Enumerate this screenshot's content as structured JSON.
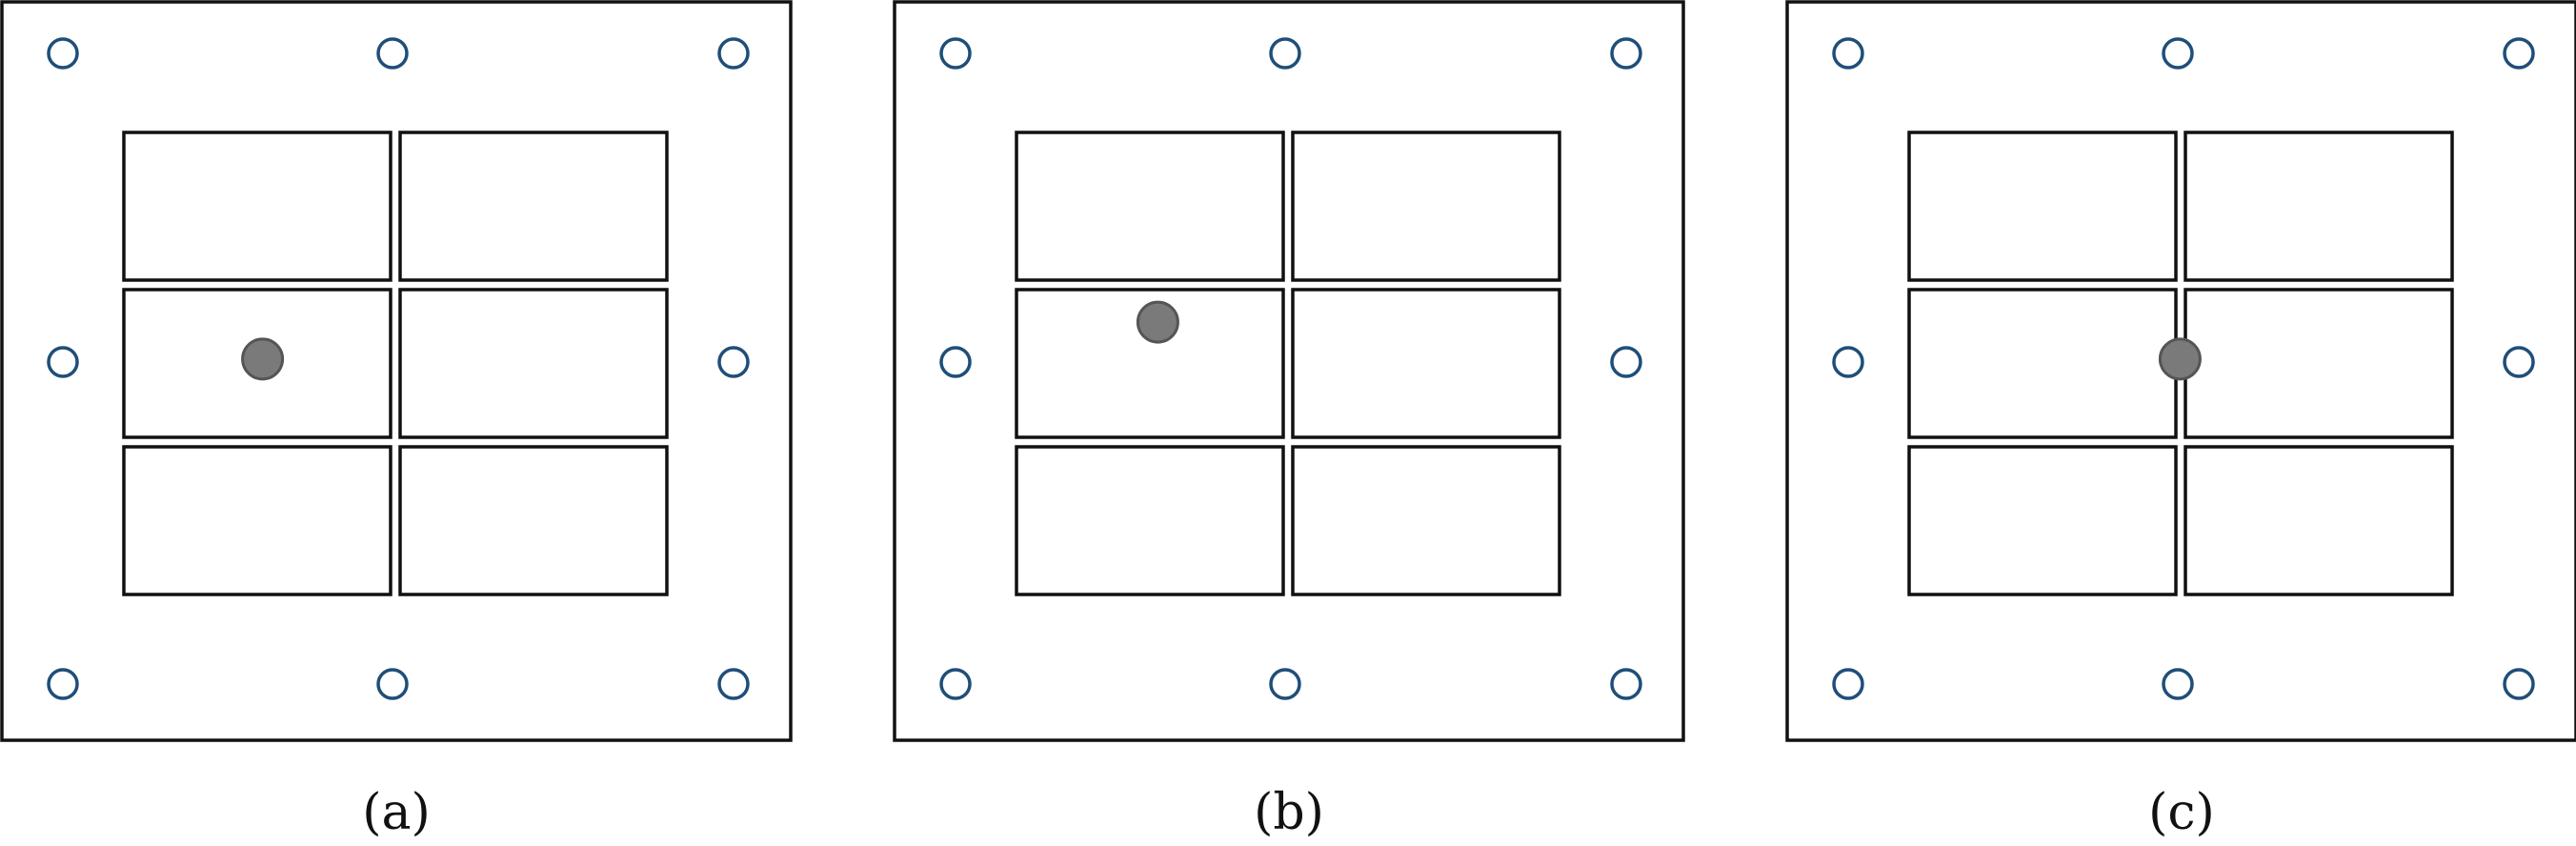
{
  "colors": {
    "anchor_stroke": "#1f4e79",
    "marker_fill": "#7a7a7a",
    "marker_stroke": "#555555"
  },
  "panels": [
    {
      "id": "a",
      "caption": "(a)",
      "marker": {
        "cell_col": 0,
        "cell_row": 1,
        "u": 0.52,
        "v": 0.47
      }
    },
    {
      "id": "b",
      "caption": "(b)",
      "marker": {
        "cell_col": 0,
        "cell_row": 1,
        "u": 0.53,
        "v": 0.22
      }
    },
    {
      "id": "c",
      "caption": "(c)",
      "marker": {
        "cell_col": 1,
        "cell_row": 1,
        "u": -0.02,
        "v": 0.47
      }
    }
  ]
}
